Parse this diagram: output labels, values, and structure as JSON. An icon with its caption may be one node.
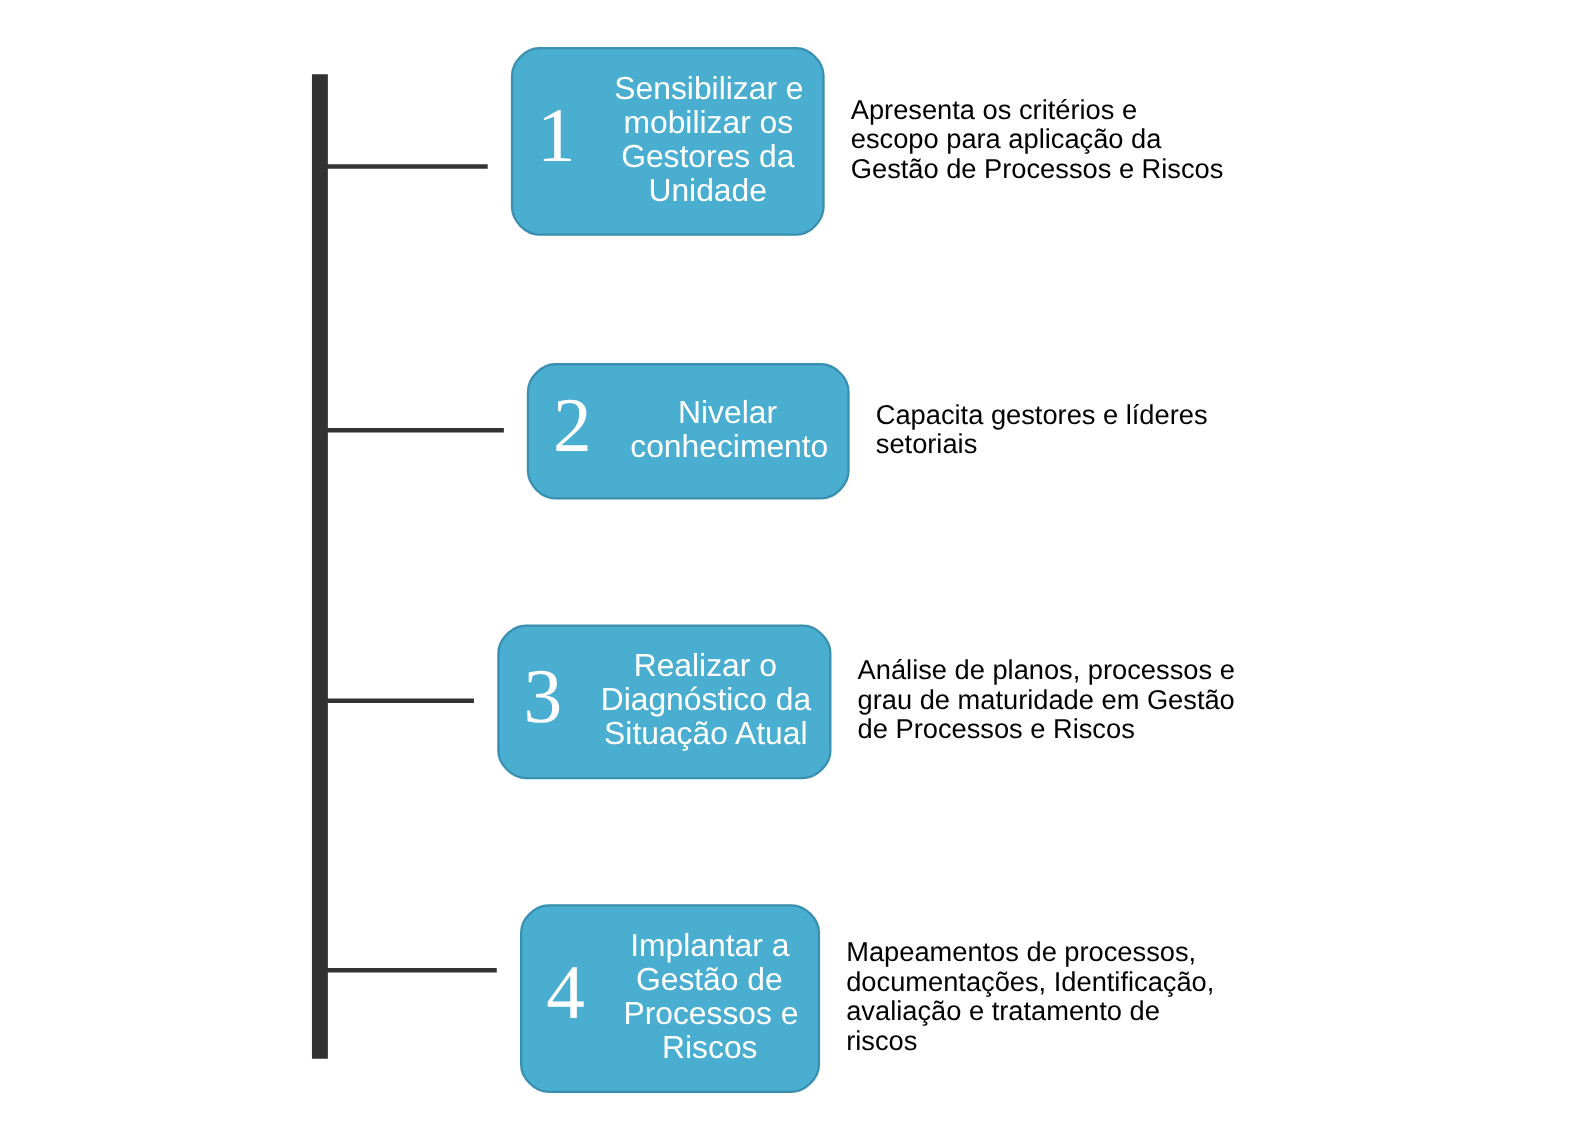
{
  "diagram": {
    "nodes": [
      {
        "text": [],
        "shape": "bar"
      },
      {
        "text": [
          "1",
          "Sensibilizar e mobilizar os Gestores da Unidade"
        ],
        "beside": [
          "Apresenta os critérios e escopo para aplicação da Gestão de Processos e Riscos"
        ]
      },
      {
        "text": [
          "2",
          "Nivelar conhecimento"
        ],
        "beside": [
          "Capacita gestores e líderes setoriais"
        ]
      },
      {
        "text": [
          "3",
          "Realizar o Diagnóstico da Situação Atual"
        ],
        "beside": [
          "Análise de planos, processos e grau de maturidade em Gestão de Processos e Riscos"
        ]
      },
      {
        "text": [
          "4",
          "Implantar a Gestão de Processos e Riscos"
        ],
        "beside": [
          "Mapeamentos de processos, documentações, Identificação, avaliação e tratamento de riscos"
        ]
      }
    ],
    "edges": [
      {
        "from": 0,
        "to": 1,
        "arrow": "none"
      },
      {
        "from": 0,
        "to": 2,
        "arrow": "none"
      },
      {
        "from": 0,
        "to": 3,
        "arrow": "none"
      },
      {
        "from": 0,
        "to": 4,
        "arrow": "none"
      }
    ]
  }
}
